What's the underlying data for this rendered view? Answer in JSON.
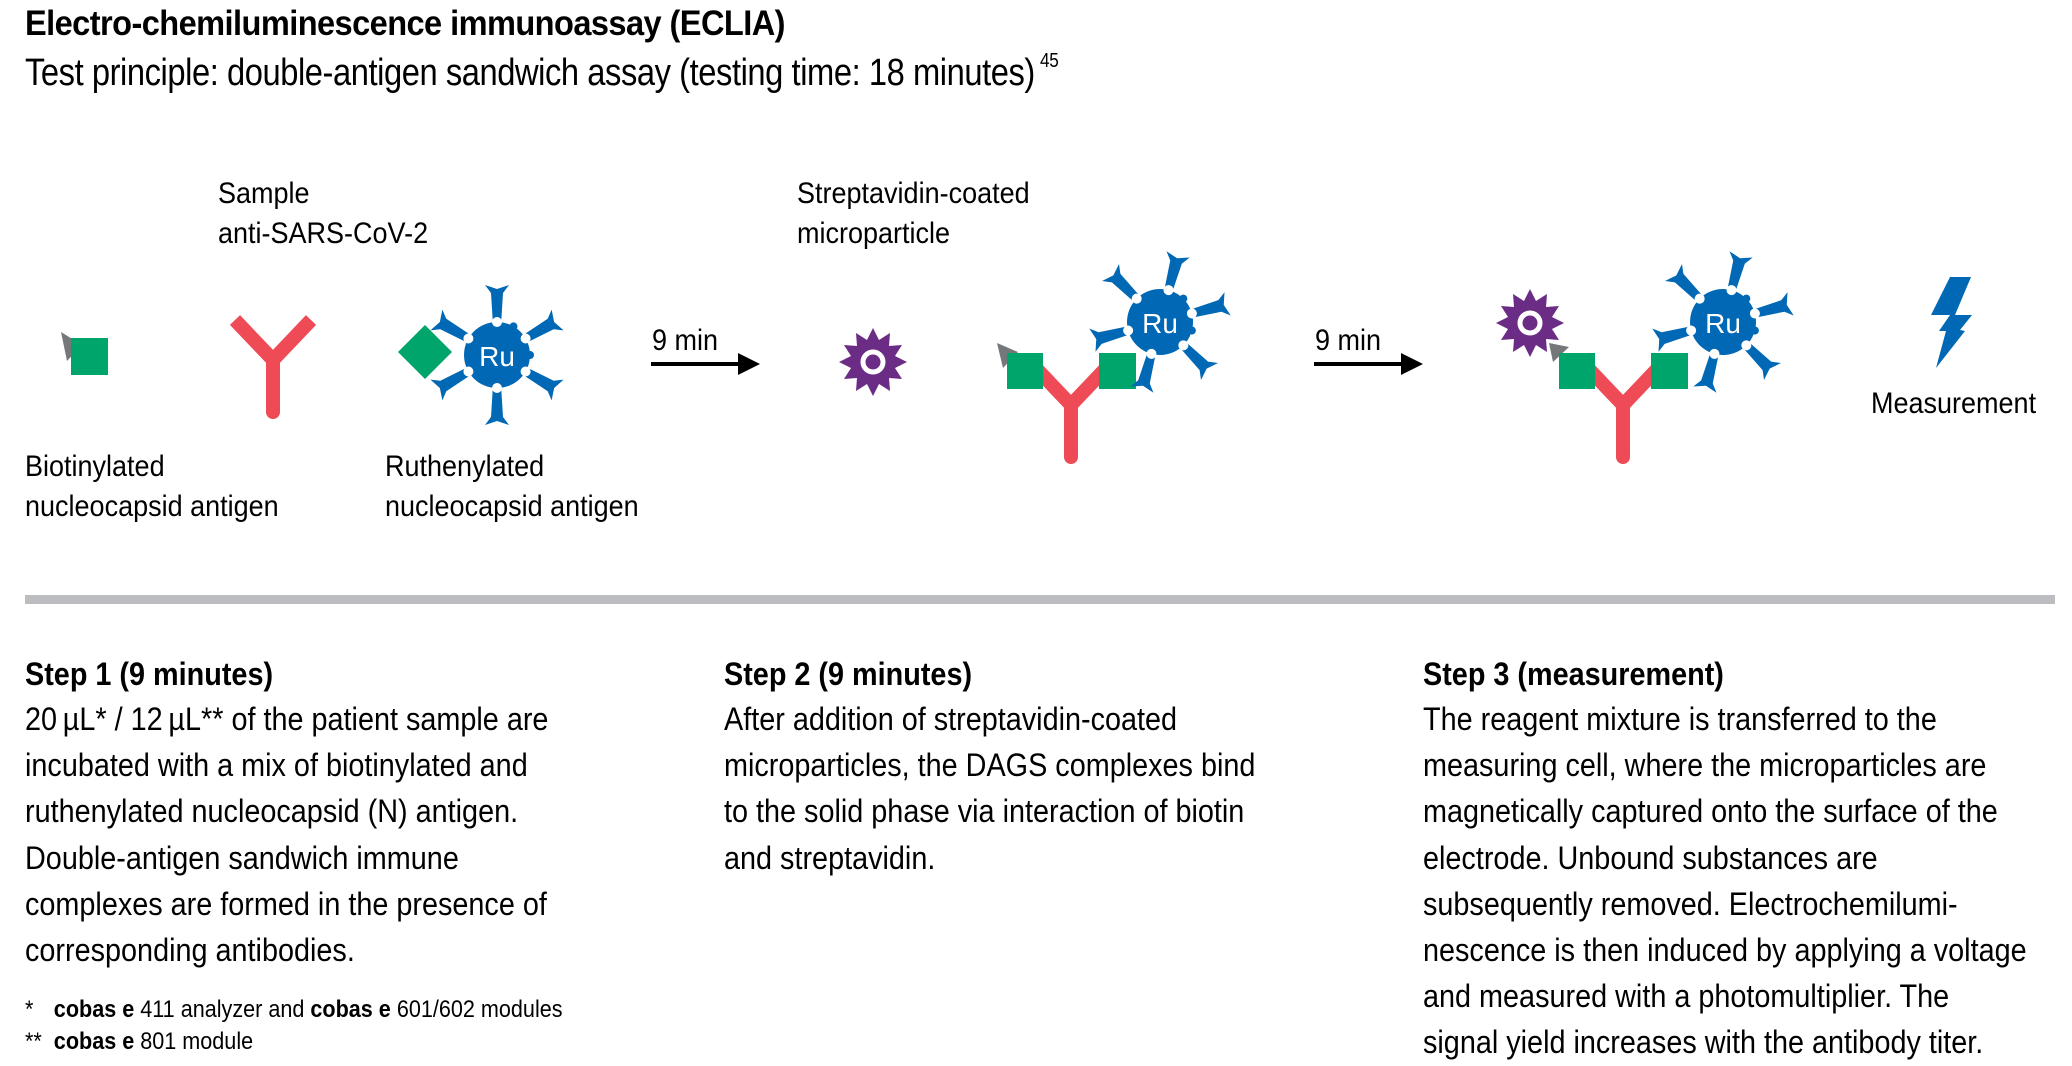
{
  "header": {
    "title": "Electro-chemiluminescence immunoassay (ECLIA)",
    "subtitle": "Test principle: double-antigen sandwich assay (testing time: 18 minutes)",
    "subtitle_reference": "45"
  },
  "diagram": {
    "labels": {
      "sample_line1": "Sample",
      "sample_line2": "anti-SARS-CoV-2",
      "microparticle_line1": "Streptavidin-coated",
      "microparticle_line2": "microparticle",
      "biotinylated_line1": "Biotinylated",
      "biotinylated_line2": "nucleocapsid antigen",
      "ruthenylated_line1": "Ruthenylated",
      "ruthenylated_line2": "nucleocapsid antigen",
      "measurement": "Measurement"
    },
    "arrows": [
      {
        "label": "9 min"
      },
      {
        "label": "9 min"
      }
    ],
    "ru_label": "Ru",
    "colors": {
      "antigen_green": "#00a56b",
      "antibody_red": "#ee4b56",
      "ruthenium_blue": "#0068b4",
      "microparticle_purple": "#6b2c85",
      "biotin_gray": "#75787b",
      "divider_gray": "#bcbdc0"
    }
  },
  "steps": [
    {
      "heading": "Step 1 (9 minutes)",
      "lines": [
        "20 µL* / 12 µL** of the patient sample are",
        "incubated with a mix of biotinylated and",
        "ruthenylated nucleocapsid (N) antigen.",
        "Double-antigen sandwich immune",
        "complexes are formed in the presence of",
        "corresponding antibodies."
      ]
    },
    {
      "heading": "Step 2 (9 minutes)",
      "lines": [
        "After addition of streptavidin-coated",
        "microparticles, the DAGS complexes bind",
        "to the solid phase via interaction of biotin",
        "and streptavidin."
      ]
    },
    {
      "heading": "Step 3 (measurement)",
      "lines": [
        "The reagent mixture is transferred to the",
        "measuring cell, where the microparticles are",
        "magnetically captured onto the surface of the",
        "electrode. Unbound substances are",
        "subsequently removed. Electrochemilumi-",
        "nescence is then induced by applying a voltage",
        "and measured with a photomultiplier. The",
        "signal yield increases with the antibody titer."
      ]
    }
  ],
  "footnotes": [
    {
      "mark": "*",
      "brand1": "cobas e",
      "text1": " 411 analyzer and ",
      "brand2": "cobas e",
      "text2": " 601/602 modules"
    },
    {
      "mark": "**",
      "brand1": "cobas e",
      "text1": " 801 module"
    }
  ]
}
